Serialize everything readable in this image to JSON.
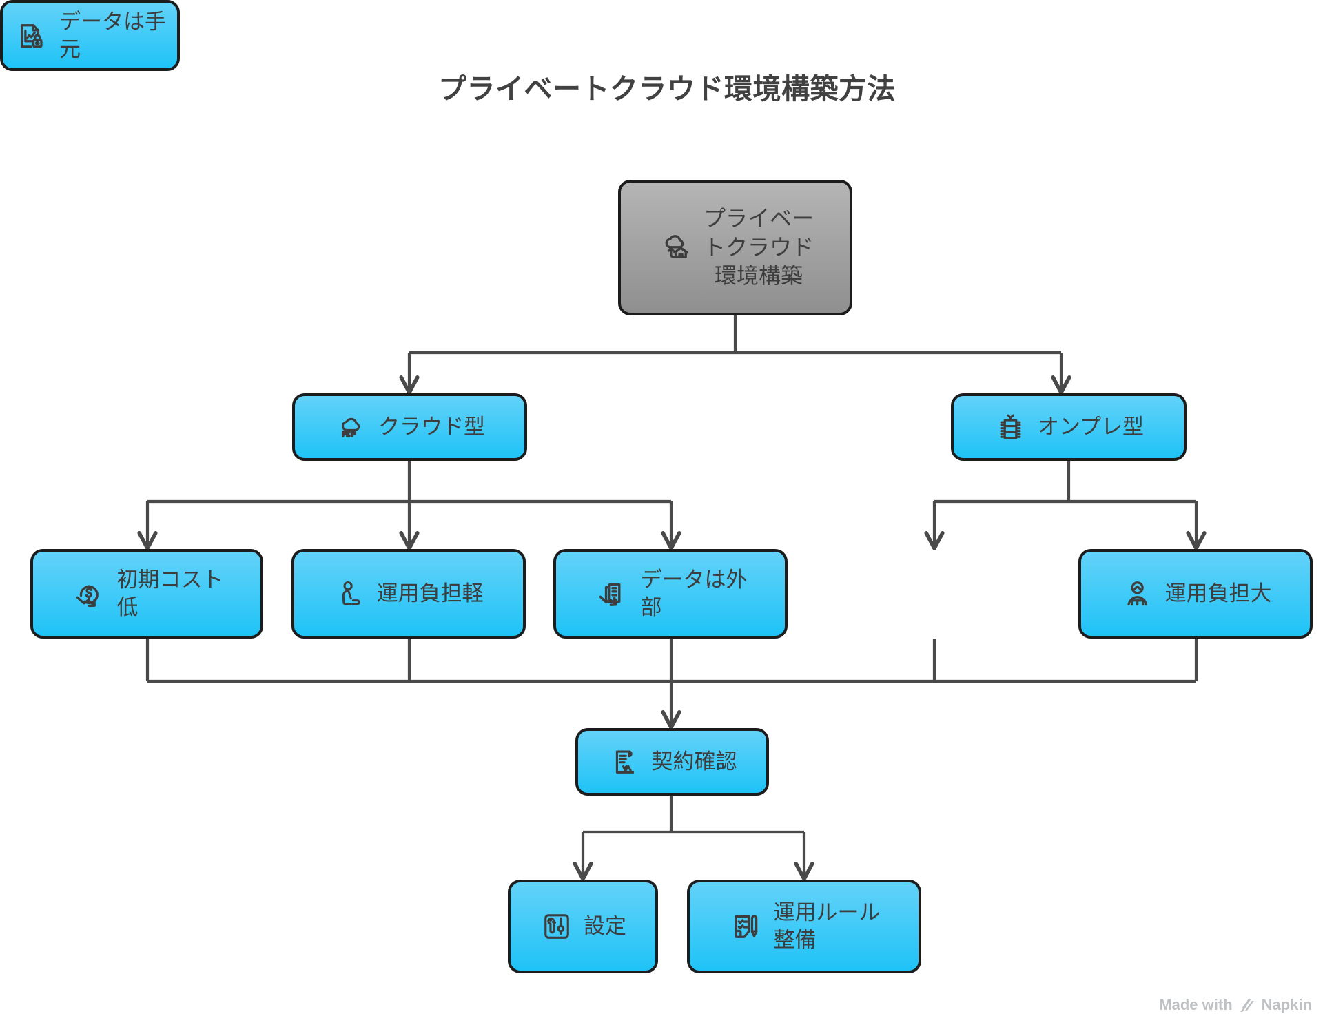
{
  "title": "プライベートクラウド環境構築方法",
  "watermark": {
    "prefix": "Made with",
    "brand": "Napkin",
    "logo_icon": "napkin-logo-icon"
  },
  "theme": {
    "background": "#ffffff",
    "node_blue_top": "#63d2f8",
    "node_blue_bottom": "#1fc3f7",
    "node_gray_top": "#b5b5b5",
    "node_gray_bottom": "#8f8f8f",
    "node_border": "#1c1c1c",
    "text": "#3d3d3d",
    "title_text": "#414141",
    "edge": "#4a4a4a",
    "watermark_text": "#bfc2c4"
  },
  "nodes": [
    {
      "id": "root",
      "label": "プライベー\nトクラウド\n環境構築",
      "icon": "cloud-house-icon",
      "style": "gray"
    },
    {
      "id": "cloud",
      "label": "クラウド型",
      "icon": "cloud-api-icon",
      "style": "blue"
    },
    {
      "id": "onprem",
      "label": "オンプレ型",
      "icon": "server-rack-icon",
      "style": "blue"
    },
    {
      "id": "cost",
      "label": "初期コスト\n低",
      "icon": "cost-down-icon",
      "style": "blue"
    },
    {
      "id": "opsLight",
      "label": "運用負担軽",
      "icon": "person-relaxed-icon",
      "style": "blue"
    },
    {
      "id": "dataExt",
      "label": "データは外\n部",
      "icon": "data-offsite-icon",
      "style": "blue"
    },
    {
      "id": "dataLocal",
      "label": "データは手\n元",
      "icon": "document-lock-icon",
      "style": "blue"
    },
    {
      "id": "opsHeavy",
      "label": "運用負担大",
      "icon": "person-burdened-icon",
      "style": "blue"
    },
    {
      "id": "contract",
      "label": "契約確認",
      "icon": "contract-signature-icon",
      "style": "blue"
    },
    {
      "id": "settings",
      "label": "設定",
      "icon": "settings-tools-icon",
      "style": "blue"
    },
    {
      "id": "rules",
      "label": "運用ルール\n整備",
      "icon": "checklist-pen-icon",
      "style": "blue"
    }
  ],
  "edges": [
    {
      "from": "root",
      "to": "cloud"
    },
    {
      "from": "root",
      "to": "onprem"
    },
    {
      "from": "cloud",
      "to": "cost"
    },
    {
      "from": "cloud",
      "to": "opsLight"
    },
    {
      "from": "cloud",
      "to": "dataExt"
    },
    {
      "from": "onprem",
      "to": "dataLocal"
    },
    {
      "from": "onprem",
      "to": "opsHeavy"
    },
    {
      "from": "cost",
      "to": "contract"
    },
    {
      "from": "opsLight",
      "to": "contract"
    },
    {
      "from": "dataExt",
      "to": "contract"
    },
    {
      "from": "dataLocal",
      "to": "contract"
    },
    {
      "from": "opsHeavy",
      "to": "contract"
    },
    {
      "from": "contract",
      "to": "settings"
    },
    {
      "from": "contract",
      "to": "rules"
    }
  ]
}
